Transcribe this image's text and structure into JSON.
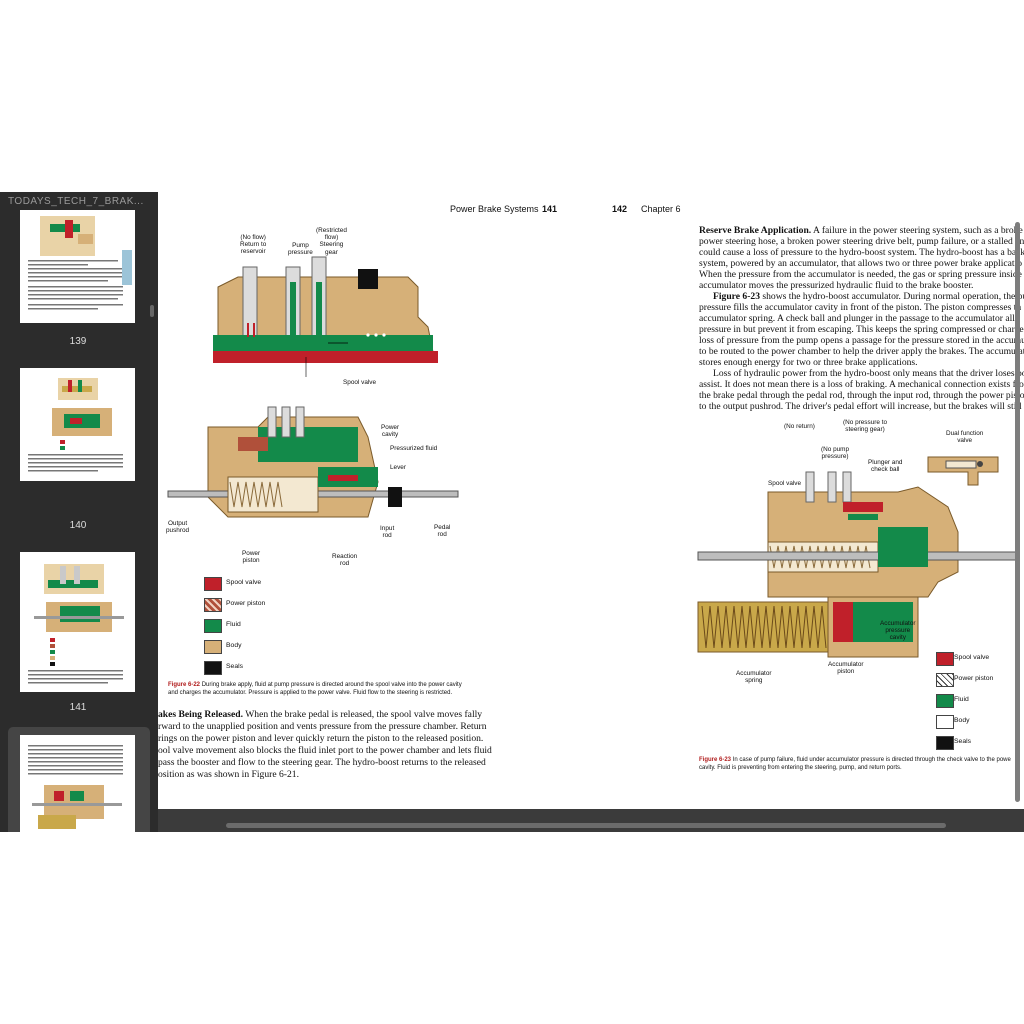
{
  "sidebar": {
    "title": "TODAYS_TECH_7_BRAK...",
    "thumbnails": [
      {
        "page": "139"
      },
      {
        "page": "140"
      },
      {
        "page": "141"
      }
    ]
  },
  "left_page": {
    "header_title": "Power Brake Systems",
    "header_page": "141",
    "fig22_top_labels": {
      "return": "(No flow)\nReturn to\nreservoir",
      "pump": "Pump\npressure",
      "steering": "(Restricted\nflow)\nSteering\ngear",
      "spool": "Spool valve"
    },
    "fig22_bottom_labels": {
      "power_cavity": "Power\ncavity",
      "pressurized_fluid": "Pressurized fluid",
      "lever": "Lever",
      "output_pushrod": "Output\npushrod",
      "power_piston": "Power\npiston",
      "reaction_rod": "Reaction\nrod",
      "input_rod": "Input\nrod",
      "pedal_rod": "Pedal\nrod"
    },
    "legend": [
      {
        "label": "Spool valve",
        "color": "#c0202a"
      },
      {
        "label": "Power piston",
        "color": "#b0503a"
      },
      {
        "label": "Fluid",
        "color": "#138a4a"
      },
      {
        "label": "Body",
        "color": "#d6b078"
      },
      {
        "label": "Seals",
        "color": "#111111"
      }
    ],
    "caption_label": "Figure 6-22",
    "caption_text_1": "During brake apply, fluid at pump pressure is directed around the spool valve into the power cavity",
    "caption_text_2": "and charges the accumulator. Pressure is applied to the power valve. Fluid flow to the steering is restricted.",
    "body_heading": "akes Being Released.",
    "body_lines": [
      " When the brake pedal is released, the spool valve moves fally",
      "rward to the unapplied position and vents pressure from the pressure chamber. Return",
      "rings on the power piston and lever quickly return the piston to the released position.",
      "ool valve movement also blocks the fluid inlet port to the power chamber and lets fluid",
      "pass the booster and flow to the steering gear. The hydro-boost returns to the released",
      "osition as was shown in Figure 6-21."
    ]
  },
  "right_page": {
    "header_page": "142",
    "header_title": "Chapter 6",
    "para1_heading": "Reserve Brake Application.",
    "para1_lines": [
      " A failure in the power steering system, such as a broke",
      "power steering hose, a broken power steering drive belt, pump failure, or a stalled engi",
      "could cause a loss of pressure to the hydro-boost system. The hydro-boost has a backu",
      "system, powered by an accumulator, that allows two or three power brake applicatio",
      "When the pressure from the accumulator is needed, the gas or spring pressure inside th",
      "accumulator moves the pressurized hydraulic fluid to the brake booster."
    ],
    "para2_figref": "Figure 6-23",
    "para2_lines": [
      " shows the hydro-boost accumulator. During normal operation, the pum",
      "pressure fills the accumulator cavity in front of the piston. The piston compresses th",
      "accumulator spring. A check ball and plunger in the passage to the accumulator allo",
      "pressure in but prevent it from escaping. This keeps the spring compressed or charged.",
      "loss of pressure from the pump opens a passage for the pressure stored in the accumulat",
      "to be routed to the power chamber to help the driver apply the brakes. The accumulat",
      "stores enough energy for two or three brake applications."
    ],
    "para3_lines": [
      "Loss of hydraulic power from the hydro-boost only means that the driver loses powe",
      "assist. It does not mean there is a loss of braking. A mechanical connection exists fro",
      "the brake pedal through the pedal rod, through the input rod, through the power pisto",
      "to the output pushrod. The driver's pedal effort will increase, but the brakes will still wor"
    ],
    "fig23_labels": {
      "no_return": "(No return)",
      "no_pressure_steering": "(No pressure to\nsteering gear)",
      "no_pump_pressure": "(No pump\npressure)",
      "plunger": "Plunger and\ncheck ball",
      "spool_valve": "Spool valve",
      "dual_function": "Dual function\nvalve",
      "accumulator_cavity": "Accumulator\npressure\ncavity",
      "accumulator_piston": "Accumulator\npiston",
      "accumulator_spring": "Accumulator\nspring"
    },
    "legend": [
      {
        "label": "Spool valve",
        "color": "#c0202a"
      },
      {
        "label": "Power piston",
        "color": "#ffffff"
      },
      {
        "label": "Fluid",
        "color": "#138a4a"
      },
      {
        "label": "Body",
        "color": "#ffffff"
      },
      {
        "label": "Seals",
        "color": "#111111"
      }
    ],
    "caption_label": "Figure 6-23",
    "caption_text_1": "In case of pump failure, fluid under accumulator pressure is directed through the check valve to the powe",
    "caption_text_2": "cavity. Fluid is preventing from entering the steering, pump, and return ports."
  }
}
